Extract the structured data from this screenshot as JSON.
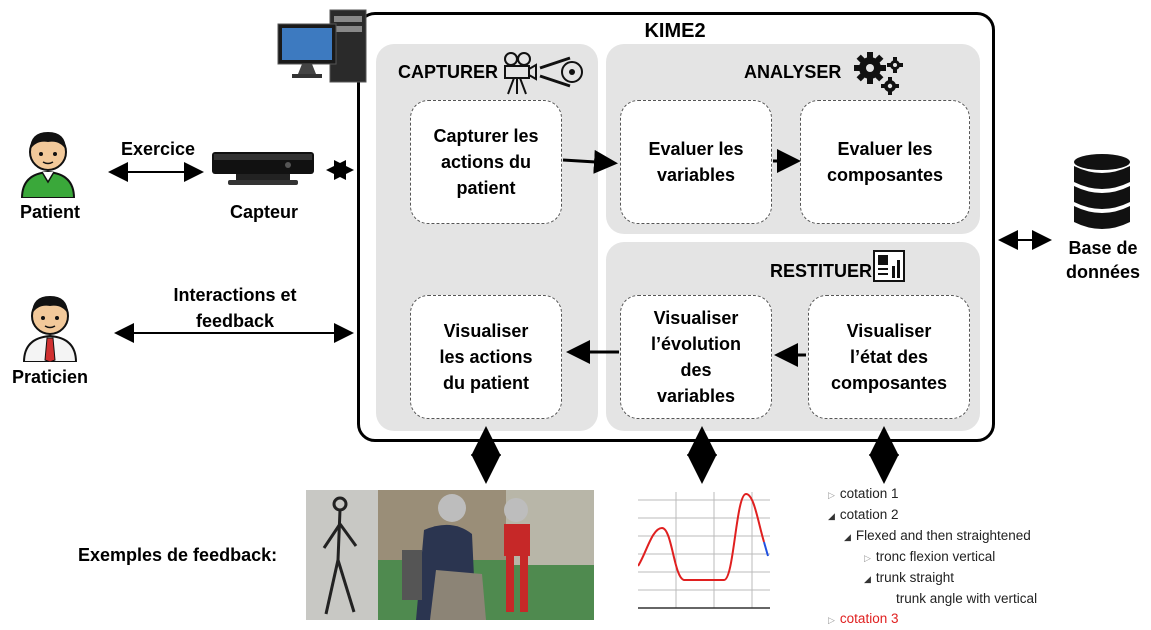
{
  "title": "KIME2",
  "panels": {
    "capturer": "CAPTURER",
    "analyser": "ANALYSER",
    "restituer": "RESTITUER"
  },
  "boxes": {
    "capturer_actions": "Capturer les actions du patient",
    "evaluer_variables": "Evaluer les variables",
    "evaluer_composantes": "Evaluer les composantes",
    "visualiser_actions": "Visualiser les actions du patient",
    "visualiser_evolution": "Visualiser l’évolution des variables",
    "visualiser_etat": "Visualiser l’état des composantes"
  },
  "actors": {
    "patient": "Patient",
    "praticien": "Praticien",
    "capteur": "Capteur",
    "database": "Base de données"
  },
  "links": {
    "exercice": "Exercice",
    "interactions": "Interactions et feedback"
  },
  "feedback_label": "Exemples de feedback:",
  "tree": [
    {
      "text": "cotation 1",
      "level": 0,
      "state": "closed",
      "color": "#222222"
    },
    {
      "text": "cotation 2",
      "level": 0,
      "state": "open",
      "color": "#222222"
    },
    {
      "text": "Flexed and then straightened",
      "level": 1,
      "state": "open",
      "color": "#222222"
    },
    {
      "text": "tronc flexion vertical",
      "level": 2,
      "state": "closed",
      "color": "#222222"
    },
    {
      "text": "trunk straight",
      "level": 2,
      "state": "open",
      "color": "#222222"
    },
    {
      "text": "trunk angle with vertical",
      "level": 3,
      "state": "leaf",
      "color": "#222222"
    },
    {
      "text": "cotation 3",
      "level": 0,
      "state": "closed",
      "color": "#e02020"
    }
  ],
  "colors": {
    "panel": "#e4e4e4",
    "patient_shirt": "#3aa83a",
    "praticien_tie": "#d03030",
    "curve": "#e02020",
    "curve_end": "#2050e0"
  }
}
